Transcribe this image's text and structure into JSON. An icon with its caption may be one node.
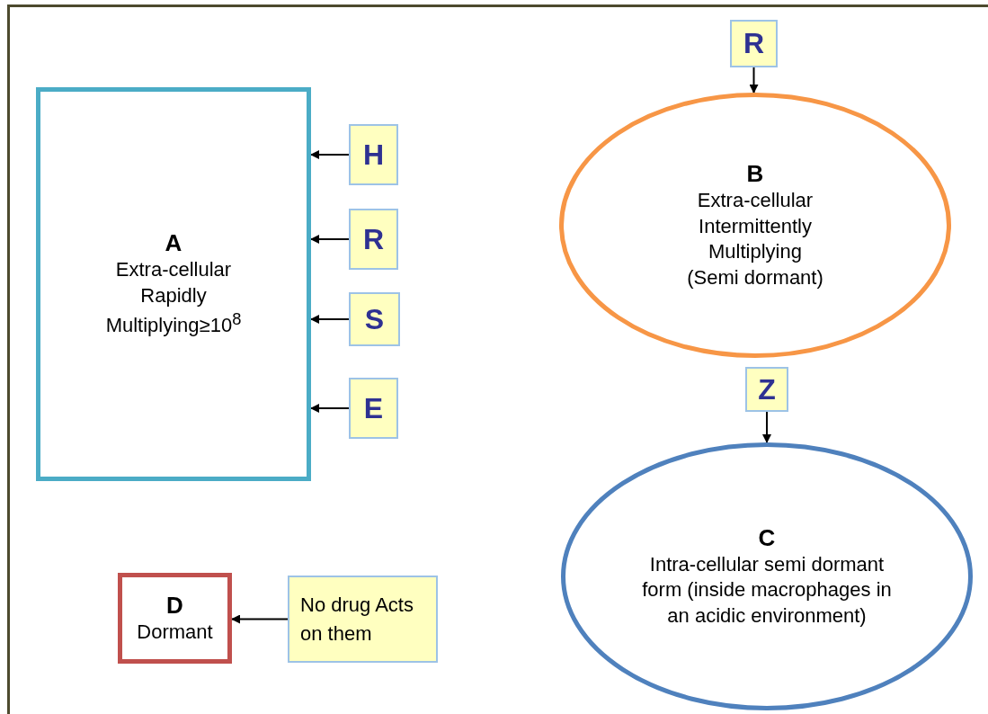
{
  "diagram": {
    "nodes": [
      {
        "text": [
          "A",
          "Extra-cellular Rapidly Multiplying≥10$^{8}$"
        ]
      },
      {
        "text": [
          "H"
        ]
      },
      {
        "text": [
          "R"
        ]
      },
      {
        "text": [
          "S"
        ]
      },
      {
        "text": [
          "E"
        ]
      },
      {
        "text": [
          "R"
        ]
      },
      {
        "text": [
          "B",
          "Extra-cellular Intermittently Multiplying (Semi dormant)"
        ]
      },
      {
        "text": [
          "Z"
        ]
      },
      {
        "text": [
          "C",
          "Intra-cellular semi dormant form (inside macrophages in an acidic environment)"
        ]
      },
      {
        "text": [
          "D",
          "Dormant"
        ]
      },
      {
        "text": [
          "No drug Acts on them"
        ]
      }
    ],
    "edges": [
      {
        "from": 1,
        "to": 0,
        "arrow": "to"
      },
      {
        "from": 2,
        "to": 0,
        "arrow": "to"
      },
      {
        "from": 3,
        "to": 0,
        "arrow": "to"
      },
      {
        "from": 4,
        "to": 0,
        "arrow": "to"
      },
      {
        "from": 5,
        "to": 6,
        "arrow": "to"
      },
      {
        "from": 7,
        "to": 8,
        "arrow": "to"
      },
      {
        "from": 10,
        "to": 9,
        "arrow": "to"
      }
    ]
  }
}
